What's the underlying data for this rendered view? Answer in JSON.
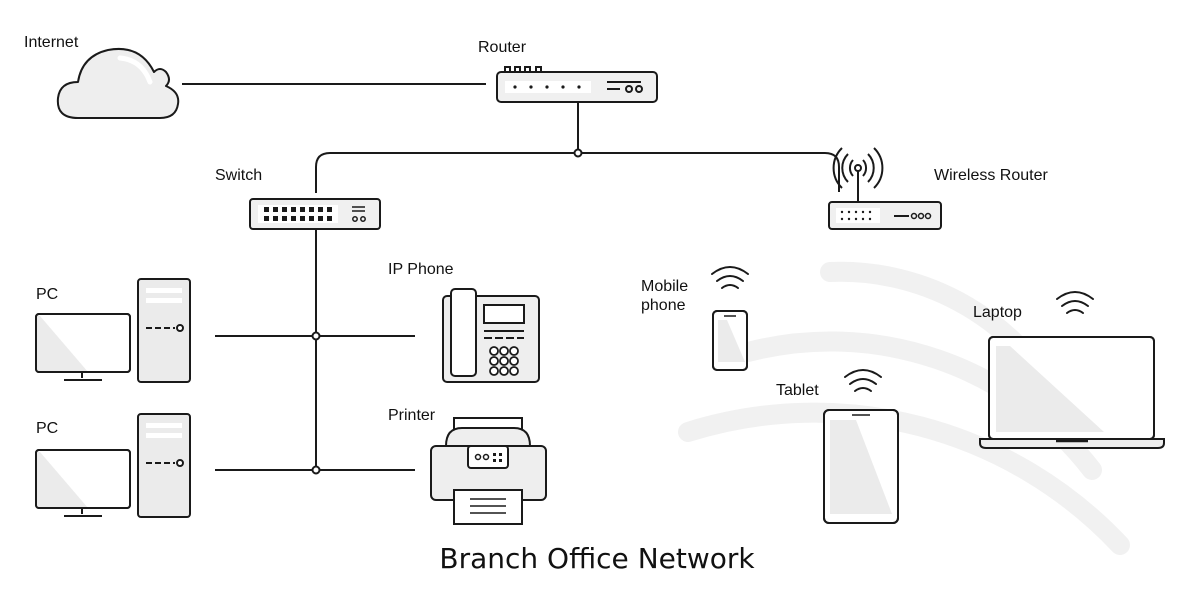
{
  "title": "Branch Office Network",
  "nodes": {
    "internet": "Internet",
    "router": "Router",
    "switch": "Switch",
    "wireless_router": "Wireless Router",
    "ip_phone": "IP Phone",
    "printer": "Printer",
    "pc_1": "PC",
    "pc_2": "PC",
    "mobile_phone_line1": "Mobile",
    "mobile_phone_line2": "phone",
    "tablet": "Tablet",
    "laptop": "Laptop"
  },
  "colors": {
    "stroke": "#1a1a1a",
    "screen_fill": "#e8e8e8",
    "wave_fill": "#f1f1f1"
  }
}
